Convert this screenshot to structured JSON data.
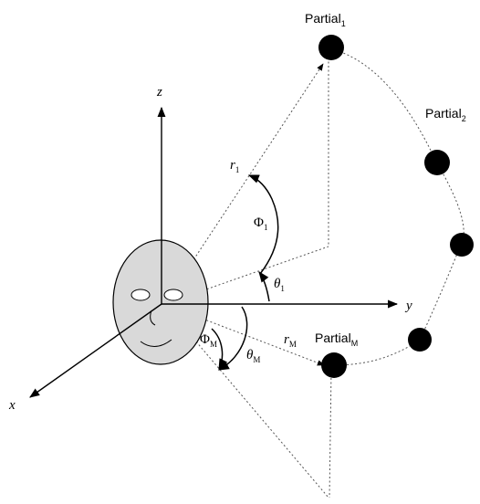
{
  "axes": {
    "x": "x",
    "y": "y",
    "z": "z"
  },
  "partials": [
    {
      "base": "Partial",
      "sub": "1"
    },
    {
      "base": "Partial",
      "sub": "2"
    },
    {
      "base": "Partial",
      "sub": "M"
    }
  ],
  "radii": [
    {
      "base": "r",
      "sub": "1"
    },
    {
      "base": "r",
      "sub": "M"
    }
  ],
  "elevations": [
    {
      "base": "Φ",
      "sub": "1"
    },
    {
      "base": "Φ",
      "sub": "M"
    }
  ],
  "azimuths": [
    {
      "base": "θ",
      "sub": "1"
    },
    {
      "base": "θ",
      "sub": "M"
    }
  ],
  "colors": {
    "face_fill": "#d9d9d9",
    "node_fill": "#000000"
  }
}
